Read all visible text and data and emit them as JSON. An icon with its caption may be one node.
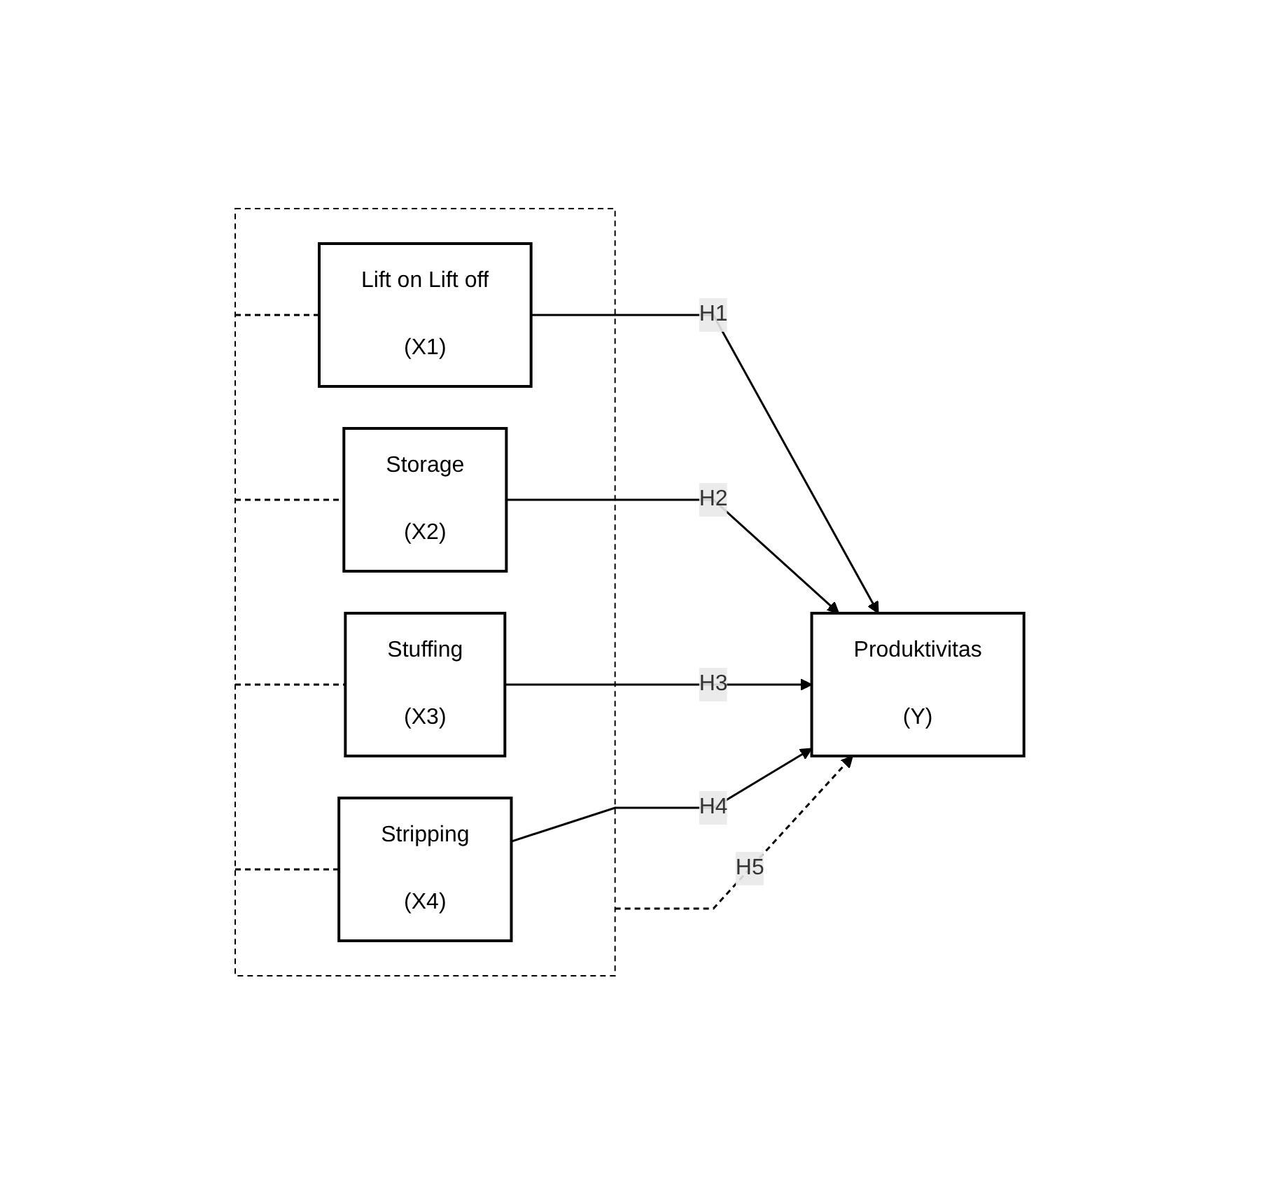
{
  "diagram": {
    "nodes": [
      {
        "text": [],
        "shape": "box"
      },
      {
        "text": [
          "Lift on Lift off",
          "(X1)"
        ],
        "in": 0
      },
      {
        "text": [
          "Storage",
          "(X2)"
        ],
        "in": 0
      },
      {
        "text": [
          "Stuffing",
          "(X3)"
        ],
        "in": 0
      },
      {
        "text": [
          "Stripping",
          "(X4)"
        ],
        "in": 0
      },
      {
        "text": [
          "Produktivitas",
          "(Y)"
        ]
      }
    ],
    "edges": [
      {
        "from": 0,
        "to": 1,
        "arrow": "none",
        "style": "dashed"
      },
      {
        "from": 0,
        "to": 2,
        "arrow": "none",
        "style": "dashed"
      },
      {
        "from": 0,
        "to": 3,
        "arrow": "none",
        "style": "dashed"
      },
      {
        "from": 0,
        "to": 4,
        "arrow": "none",
        "style": "dashed"
      },
      {
        "from": 1,
        "to": 5,
        "arrow": "to",
        "label": "H1"
      },
      {
        "from": 2,
        "to": 5,
        "arrow": "to",
        "label": "H2"
      },
      {
        "from": 3,
        "to": 5,
        "arrow": "to",
        "label": "H3"
      },
      {
        "from": 4,
        "to": 5,
        "arrow": "to",
        "label": "H4"
      },
      {
        "from": 0,
        "to": 5,
        "arrow": "to",
        "label": "H5",
        "style": "dashed"
      }
    ]
  }
}
